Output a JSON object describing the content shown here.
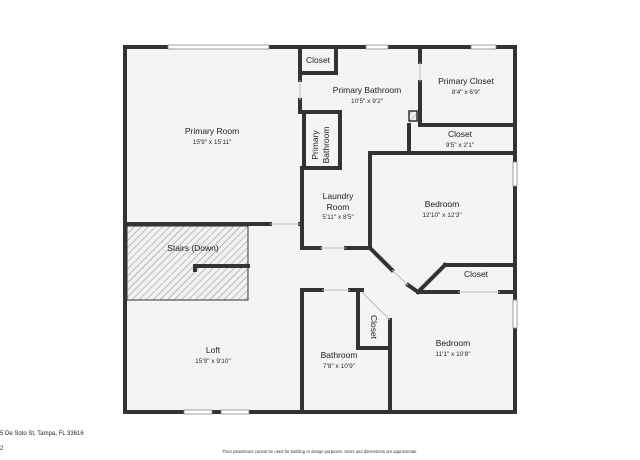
{
  "plan": {
    "rooms": {
      "primary_room": {
        "name": "Primary Room",
        "dim": "15'9\" x 15'11\""
      },
      "closet_top": {
        "name": "Closet"
      },
      "primary_bathroom": {
        "name": "Primary Bathroom",
        "dim": "10'5\" x 9'2\""
      },
      "primary_closet": {
        "name": "Primary Closet",
        "dim": "8'4\" x 6'9\""
      },
      "primary_bathroom_small": {
        "name_line1": "Primary",
        "name_line2": "Bathroom"
      },
      "closet_mid": {
        "name": "Closet",
        "dim": "9'5\" x 2'1\""
      },
      "laundry": {
        "name_line1": "Laundry",
        "name_line2": "Room",
        "dim": "5'11\" x 8'5\""
      },
      "bedroom_1": {
        "name": "Bedroom",
        "dim": "12'10\" x 12'3\""
      },
      "stairs": {
        "name": "Stairs (Down)"
      },
      "closet_right": {
        "name": "Closet"
      },
      "closet_small": {
        "name": "Closet"
      },
      "loft": {
        "name": "Loft",
        "dim": "15'9\" x 9'10\""
      },
      "bathroom": {
        "name": "Bathroom",
        "dim": "7'8\" x 10'9\""
      },
      "bedroom_2": {
        "name": "Bedroom",
        "dim": "11'1\" x 10'8\""
      }
    }
  },
  "footer": {
    "address": "5 De Soto St, Tampa, FL 33616",
    "page": "2",
    "disclaimer": "Floor plans/tours cannot be used for building or design purposes. Sizes and dimensions are approximate."
  }
}
